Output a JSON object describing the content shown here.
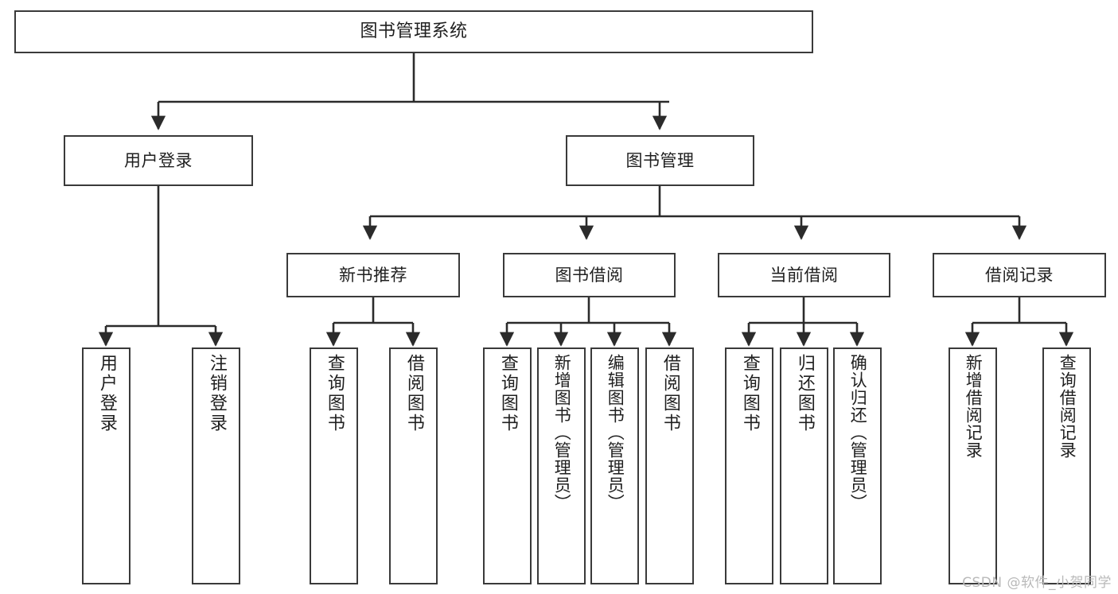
{
  "diagram": {
    "title": "图书管理系统",
    "type": "tree",
    "watermark": "CSDN @软件_小贺同学",
    "colors": {
      "box_border": "#3a3a3a",
      "box_fill": "#ffffff",
      "connector": "#2b2b2b",
      "text": "#1f1f1f",
      "watermark": "#b9b9b9",
      "background": "#ffffff"
    },
    "root": {
      "label": "图书管理系统"
    },
    "level1": [
      {
        "label": "用户登录"
      },
      {
        "label": "图书管理"
      }
    ],
    "level2": [
      {
        "label": "新书推荐"
      },
      {
        "label": "图书借阅"
      },
      {
        "label": "当前借阅"
      },
      {
        "label": "借阅记录"
      }
    ],
    "leaves": {
      "user_login": [
        {
          "label": "用户登录"
        },
        {
          "label": "注销登录"
        }
      ],
      "new_book_recommend": [
        {
          "label": "查询图书"
        },
        {
          "label": "借阅图书"
        }
      ],
      "book_borrow": [
        {
          "label": "查询图书"
        },
        {
          "label": "新增图书（管理员）"
        },
        {
          "label": "编辑图书（管理员）"
        },
        {
          "label": "借阅图书"
        }
      ],
      "current_borrow": [
        {
          "label": "查询图书"
        },
        {
          "label": "归还图书"
        },
        {
          "label": "确认归还（管理员）"
        }
      ],
      "borrow_record": [
        {
          "label": "新增借阅记录"
        },
        {
          "label": "查询借阅记录"
        }
      ]
    }
  }
}
